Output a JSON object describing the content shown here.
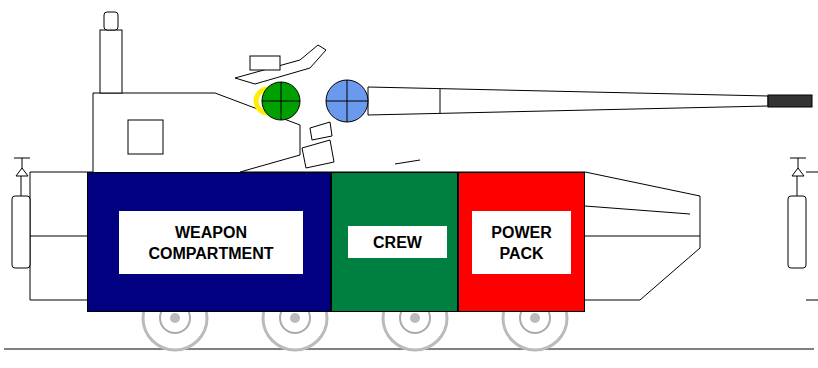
{
  "diagram": {
    "nodes": [
      {
        "text": [
          "WEAPON COMPARTMENT"
        ]
      },
      {
        "text": [
          "CREW"
        ]
      },
      {
        "text": [
          "POWER PACK"
        ]
      }
    ]
  }
}
